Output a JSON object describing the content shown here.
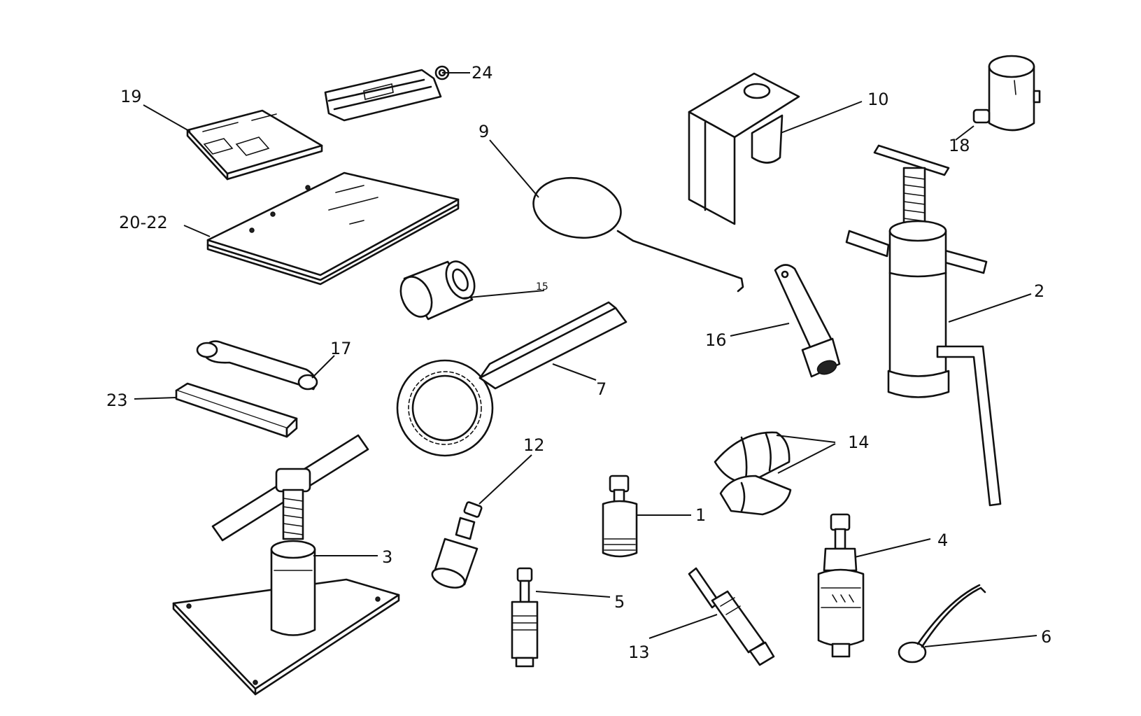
{
  "labels": {
    "p1": "1",
    "p2": "2",
    "p3": "3",
    "p4": "4",
    "p5": "5",
    "p6": "6",
    "p7": "7",
    "p9": "9",
    "p10": "10",
    "p12": "12",
    "p13": "13",
    "p14": "14",
    "p15": "15",
    "p16": "16",
    "p17": "17",
    "p18": "18",
    "p19": "19",
    "p20_22": "20-22",
    "p23": "23",
    "p24": "24"
  }
}
